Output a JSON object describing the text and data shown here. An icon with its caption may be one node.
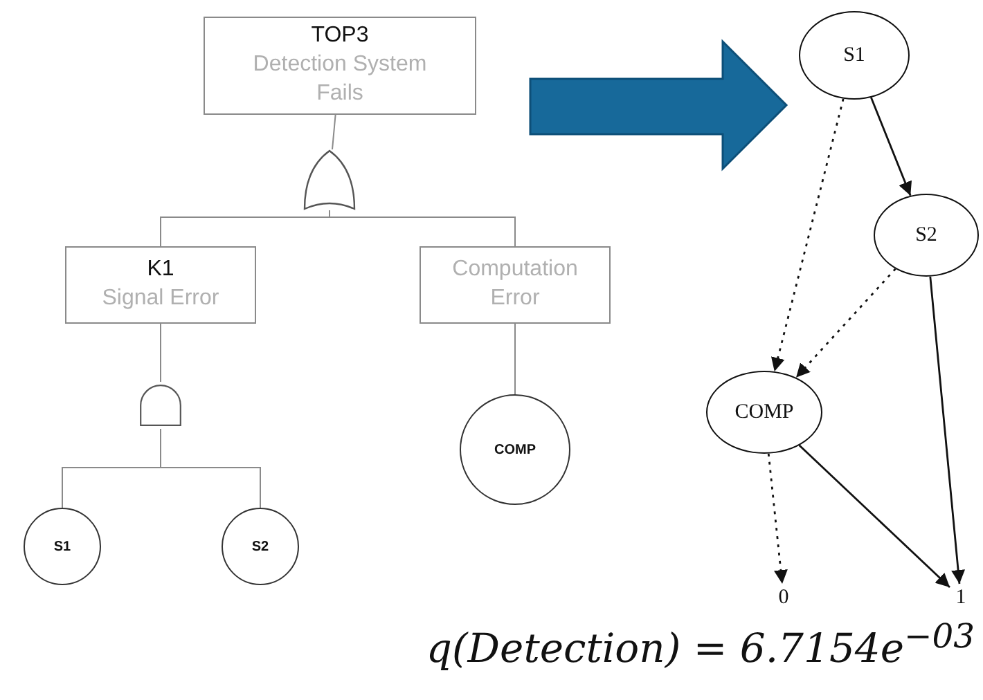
{
  "diagram": {
    "nodes": [
      {
        "text": [
          "TOP3",
          "Detection System Fails"
        ]
      },
      {
        "text": [],
        "shape": "or-gate"
      },
      {
        "text": [
          "K1",
          "Signal Error"
        ]
      },
      {
        "text": [
          "Computation Error"
        ]
      },
      {
        "text": [],
        "shape": "and-gate"
      },
      {
        "text": [
          "COMP"
        ]
      },
      {
        "text": [
          "S1"
        ]
      },
      {
        "text": [
          "S2"
        ]
      },
      {
        "text": [
          "S1"
        ]
      },
      {
        "text": [
          "S2"
        ]
      },
      {
        "text": [
          "COMP"
        ]
      },
      {
        "text": [
          "0"
        ]
      },
      {
        "text": [
          "1"
        ]
      }
    ],
    "edges": [
      {
        "from": 0,
        "to": 1,
        "arrow": "none"
      },
      {
        "from": 1,
        "to": 2,
        "arrow": "none"
      },
      {
        "from": 1,
        "to": 3,
        "arrow": "none"
      },
      {
        "from": 2,
        "to": 4,
        "arrow": "none"
      },
      {
        "from": 4,
        "to": 6,
        "arrow": "none"
      },
      {
        "from": 4,
        "to": 7,
        "arrow": "none"
      },
      {
        "from": 3,
        "to": 5,
        "arrow": "none"
      },
      {
        "from": 8,
        "to": 9,
        "arrow": "to",
        "color": "#111111"
      },
      {
        "from": 8,
        "to": 10,
        "arrow": "to",
        "style": "dashed",
        "color": "#111111"
      },
      {
        "from": 9,
        "to": 10,
        "arrow": "to",
        "style": "dashed",
        "color": "#111111"
      },
      {
        "from": 9,
        "to": 12,
        "arrow": "to",
        "color": "#111111"
      },
      {
        "from": 10,
        "to": 11,
        "arrow": "to",
        "style": "dashed",
        "color": "#111111"
      },
      {
        "from": 10,
        "to": 12,
        "arrow": "to",
        "color": "#111111"
      }
    ],
    "labels": [
      "q(Detection) = 6.7154e$^{−03}$"
    ]
  }
}
